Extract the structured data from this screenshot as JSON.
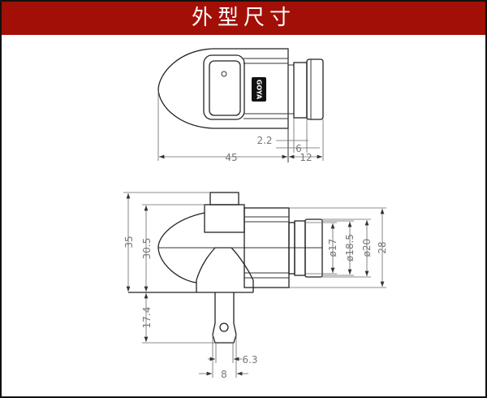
{
  "header": {
    "title": "外型尺寸",
    "color": "#a20f07"
  },
  "top_view": {
    "logo": "GOYA",
    "dimensions": {
      "total_length": "45",
      "connector_length": "12",
      "ring_width": "6",
      "gap": "2.2"
    }
  },
  "side_view": {
    "dimensions": {
      "total_height": "35",
      "body_height": "30.5",
      "pin_length": "17.4",
      "dia_17": "ø17",
      "dia_18_5": "ø18.5",
      "dia_20": "ø20",
      "body_width": "28",
      "pin_inner_width": "6.3",
      "pin_width": "8"
    }
  }
}
